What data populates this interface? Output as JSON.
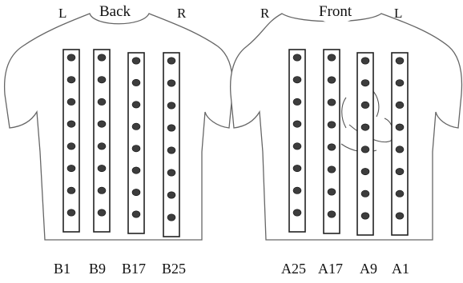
{
  "back": {
    "title": "Back",
    "side_left": "L",
    "side_right": "R",
    "strips": [
      {
        "label": "B1",
        "electrodes": 8
      },
      {
        "label": "B9",
        "electrodes": 8
      },
      {
        "label": "B17",
        "electrodes": 8
      },
      {
        "label": "B25",
        "electrodes": 8
      }
    ]
  },
  "front": {
    "title": "Front",
    "side_left": "R",
    "side_right": "L",
    "strips": [
      {
        "label": "A25",
        "electrodes": 8
      },
      {
        "label": "A17",
        "electrodes": 8
      },
      {
        "label": "A9",
        "electrodes": 8
      },
      {
        "label": "A1",
        "electrodes": 8
      }
    ]
  }
}
